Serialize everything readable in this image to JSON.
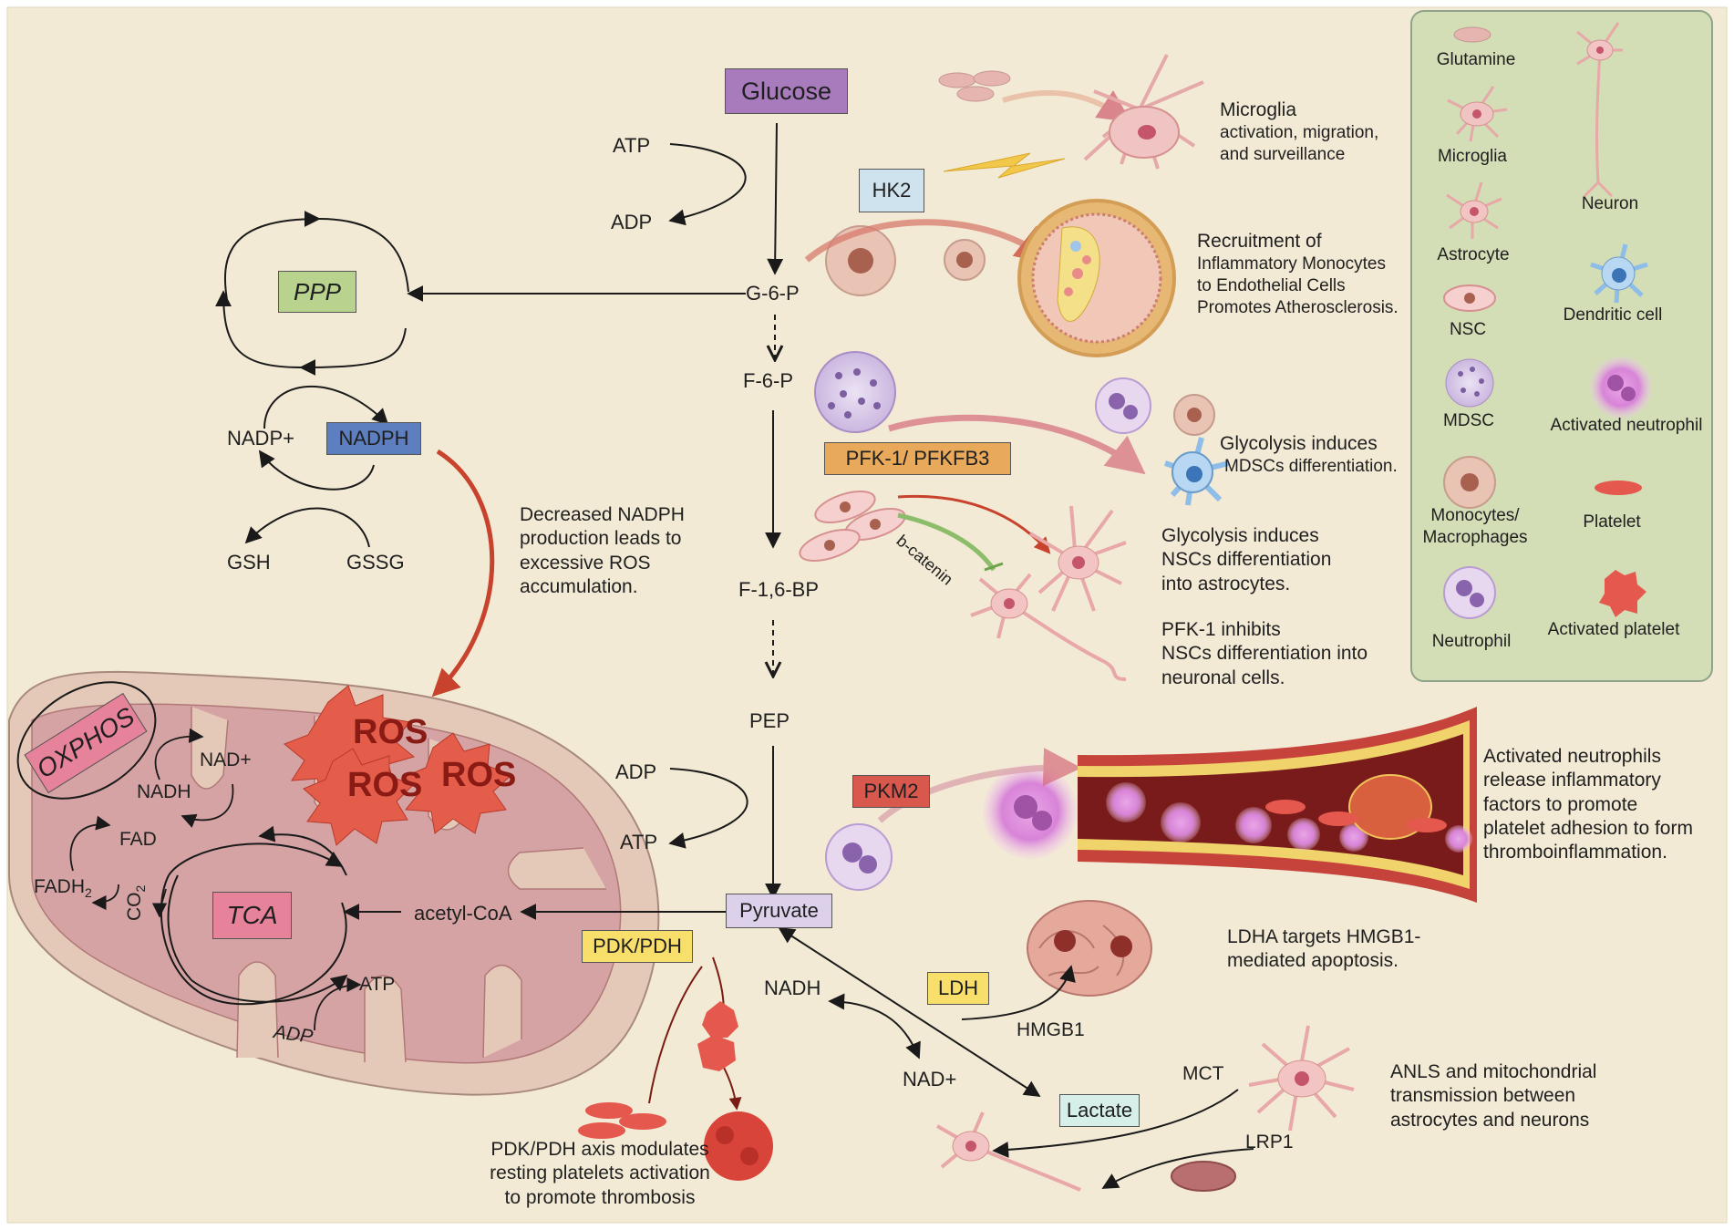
{
  "colors": {
    "background": "#f3ead5",
    "legend_bg": "#d3ddb6",
    "mito_outer": "#e5c9b8",
    "mito_inner": "#d5a3a3",
    "arrow_red": "#c8432d",
    "ros": "#e35d4a"
  },
  "pathway": {
    "glucose": "Glucose",
    "g6p": "G-6-P",
    "f6p": "F-6-P",
    "f16bp": "F-1,6-BP",
    "pep": "PEP",
    "pyruvate": "Pyruvate",
    "atp1": "ATP",
    "adp1": "ADP",
    "adp2": "ADP",
    "atp2": "ATP",
    "acetyl_coa": "acetyl-CoA",
    "nadh": "NADH",
    "nad_plus": "NAD+",
    "lactate": "Lactate"
  },
  "enzymes": {
    "hk2": "HK2",
    "pfk": "PFK-1/ PFKFB3",
    "pkm2": "PKM2",
    "pdk": "PDK/PDH",
    "ldh": "LDH",
    "ppp": "PPP",
    "nadph": "NADPH",
    "tca": "TCA",
    "oxphos": "OXPHOS"
  },
  "ppp_side": {
    "nadp_plus": "NADP+",
    "gsh": "GSH",
    "gssg": "GSSG"
  },
  "mito": {
    "nad_plus": "NAD+",
    "nadh": "NADH",
    "fad": "FAD",
    "fadh": "FADH",
    "fadh_sub": "2",
    "co": "CO",
    "co_sub": "2",
    "atp": "ATP",
    "adp": "ADP",
    "ros1": "ROS",
    "ros2": "ROS",
    "ros3": "ROS"
  },
  "annotations": {
    "nadph": [
      "Decreased NADPH",
      "production leads to",
      "excessive ROS",
      "accumulation."
    ],
    "microglia": [
      "Microglia",
      "activation, migration,",
      "and surveillance"
    ],
    "monocyte": [
      "Recruitment of",
      "Inflammatory Monocytes",
      "to Endothelial Cells",
      "Promotes Atherosclerosis."
    ],
    "mdsc": [
      "Glycolysis induces",
      "MDSCs differentiation."
    ],
    "nsc_astro": [
      "Glycolysis induces",
      "NSCs differentiation",
      "into astrocytes."
    ],
    "nsc_neuron": [
      "PFK-1 inhibits",
      "NSCs differentiation into",
      "neuronal cells."
    ],
    "beta_catenin": "b-catenin",
    "neutrophil": [
      "Activated neutrophils",
      "release inflammatory",
      "factors to promote",
      "platelet adhesion to form",
      "thromboinflammation."
    ],
    "ldha": [
      "LDHA targets HMGB1-",
      "mediated apoptosis."
    ],
    "hmgb1": "HMGB1",
    "pdk": [
      "PDK/PDH axis modulates",
      "resting platelets activation",
      "to promote thrombosis"
    ],
    "mct": "MCT",
    "lrp1": "LRP1",
    "anls": [
      "ANLS and mitochondrial",
      "transmission between",
      "astrocytes and neurons"
    ]
  },
  "legend": {
    "glutamine": "Glutamine",
    "microglia": "Microglia",
    "astrocyte": "Astrocyte",
    "nsc": "NSC",
    "mdsc": "MDSC",
    "monocytes": [
      "Monocytes/",
      "Macrophages"
    ],
    "neutrophil": "Neutrophil",
    "neuron": "Neuron",
    "dendritic": "Dendritic cell",
    "activated_neutrophil": "Activated neutrophil",
    "platelet": "Platelet",
    "activated_platelet": "Activated platelet"
  }
}
